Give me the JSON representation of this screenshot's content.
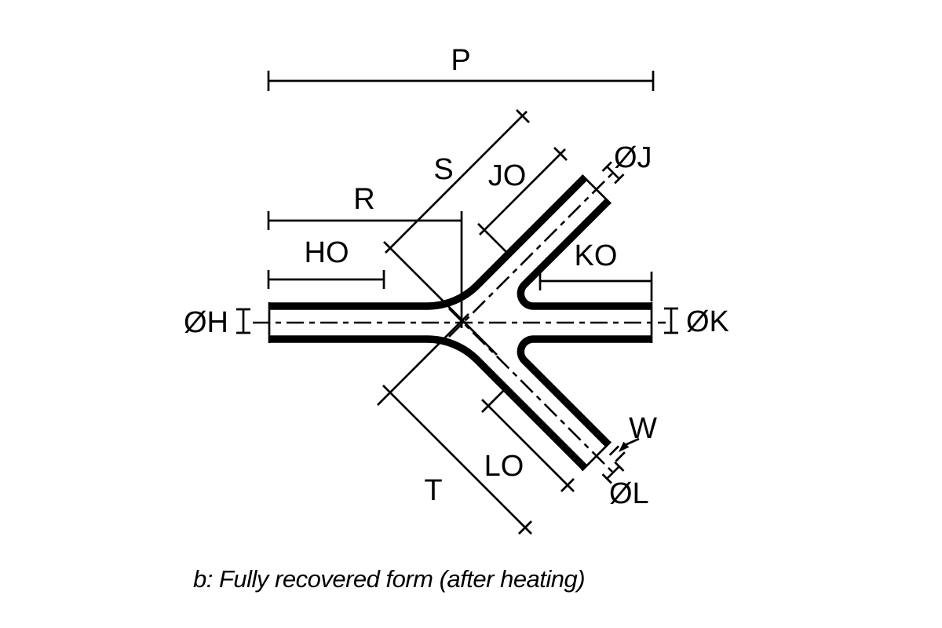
{
  "figure": {
    "caption": "b: Fully recovered form (after heating)",
    "colors": {
      "line": "#000000",
      "background": "#ffffff"
    },
    "dimension_labels": {
      "overall_length": "P",
      "left_to_center": "R",
      "center_to_upper_branch_end": "S",
      "center_to_lower_branch_end": "T",
      "left_leg": "HO",
      "upper_branch_leg": "JO",
      "right_leg": "KO",
      "lower_branch_leg": "LO",
      "left_diameter": "ØH",
      "upper_branch_diameter": "ØJ",
      "right_diameter": "ØK",
      "lower_branch_diameter": "ØL",
      "wall_thickness": "W"
    }
  }
}
